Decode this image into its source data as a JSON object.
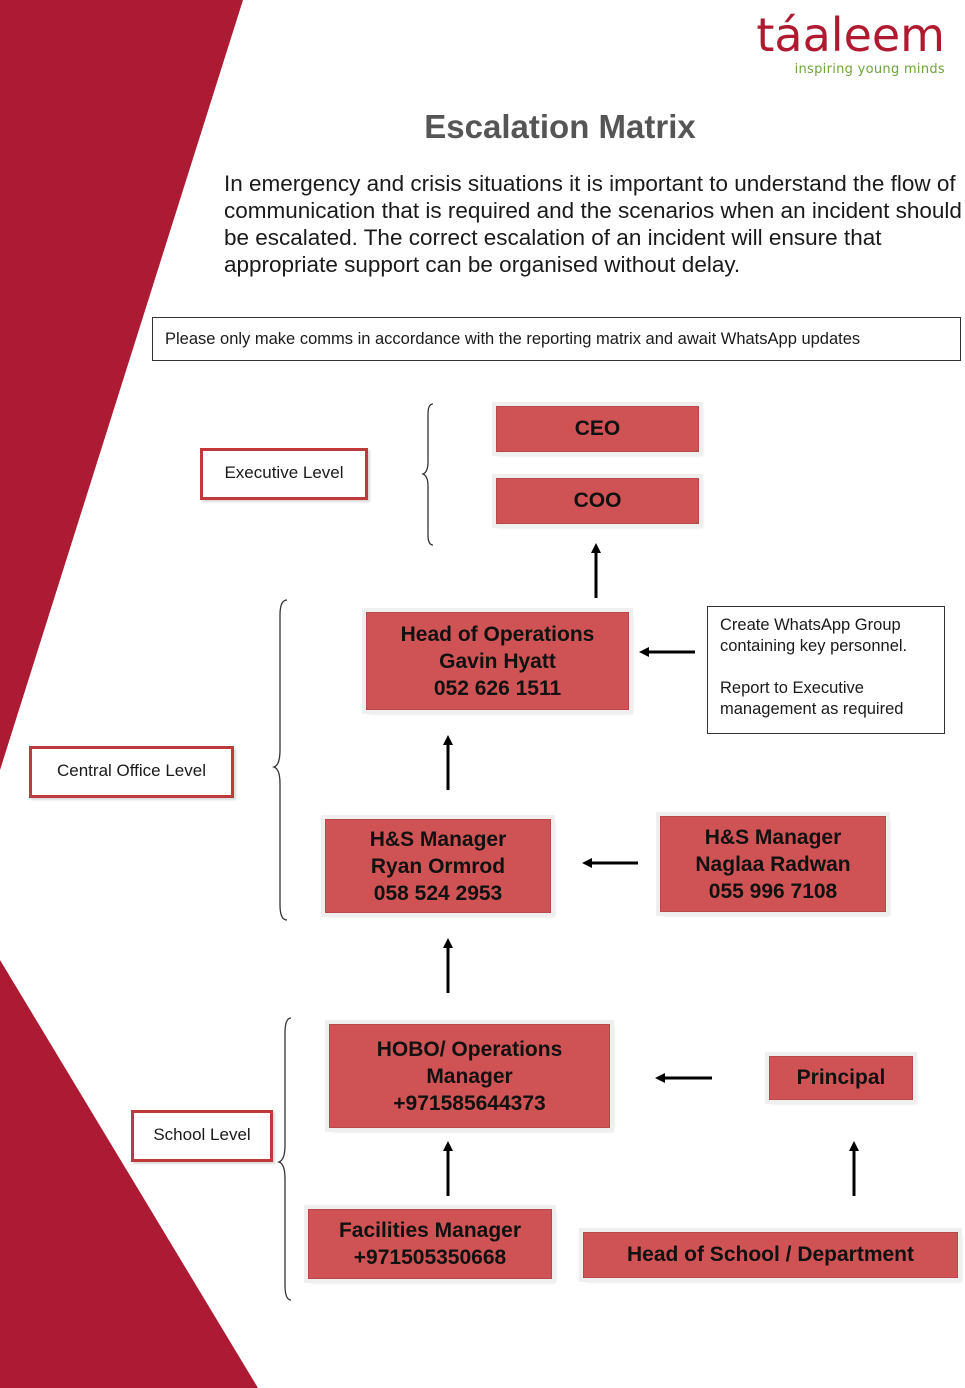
{
  "logo": {
    "word": "táaleem",
    "tagline": "inspiring young minds"
  },
  "title": "Escalation Matrix",
  "intro": "In emergency and crisis situations it is important to understand the flow of communication that is required and the scenarios when an incident should be escalated. The correct escalation of an incident will ensure that appropriate support can be organised without delay.",
  "notice": "Please only make comms in accordance with the reporting matrix and await WhatsApp updates",
  "levels": {
    "executive": "Executive Level",
    "central": "Central Office Level",
    "school": "School Level"
  },
  "nodes": {
    "ceo": "CEO",
    "coo": "COO",
    "head_ops": {
      "role": "Head of Operations",
      "name": "Gavin Hyatt",
      "phone": "052 626 1511"
    },
    "hs_ryan": {
      "role": "H&S Manager",
      "name": "Ryan Ormrod",
      "phone": "058 524 2953"
    },
    "hs_naglaa": {
      "role": "H&S Manager",
      "name": "Naglaa Radwan",
      "phone": "055 996 7108"
    },
    "hobo": {
      "line1": "HOBO/ Operations",
      "line2": "Manager",
      "phone": "+971585644373"
    },
    "principal": "Principal",
    "facilities": {
      "role": "Facilities Manager",
      "phone": "+971505350668"
    },
    "head_school": "Head of School / Department"
  },
  "note": {
    "line1": "Create WhatsApp Group containing key personnel.",
    "line2": "Report to Executive management as required"
  },
  "colors": {
    "brand": "#b0192f",
    "node_fill": "#cf5354",
    "level_border": "#c0393b",
    "leaf": "#7cae3a"
  }
}
